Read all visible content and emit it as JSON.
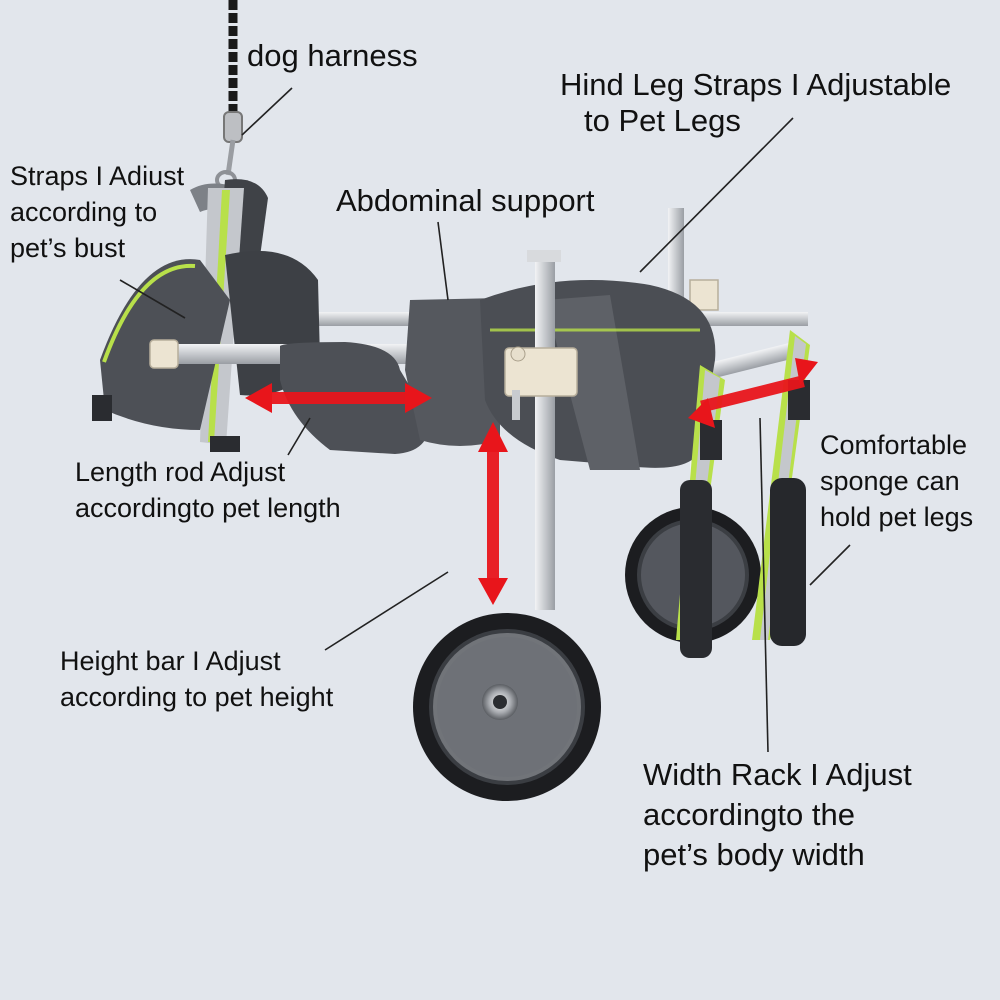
{
  "labels": {
    "dog_harness": "dog harness",
    "hind_leg_straps": {
      "line1": "Hind Leg Straps I Adjustable",
      "line2": "to Pet Legs"
    },
    "straps_adjust": {
      "line1": "Straps I Adiust",
      "line2": "according to",
      "line3": "pet’s bust"
    },
    "abdominal_support": "Abdominal support",
    "length_rod": {
      "line1": "Length rod Adjust",
      "line2": "accordingto pet length"
    },
    "comfortable_sponge": {
      "line1": "Comfortable",
      "line2": "sponge can",
      "line3": "hold pet legs"
    },
    "height_bar": {
      "line1": "Height bar I Adjust",
      "line2": "according to pet height"
    },
    "width_rack": {
      "line1": "Width Rack I Adjust",
      "line2": "accordingto the",
      "line3": "pet’s body width"
    }
  },
  "colors": {
    "background": "#e2e6ec",
    "arrow": "#e8151b",
    "frame": "#c9ccd0",
    "pad": "#4d5056",
    "strap_accent": "#b8e04a",
    "tire": "#1c1d20"
  },
  "icons": [
    "leash-icon",
    "wheel-icon",
    "double-arrow-icon"
  ]
}
